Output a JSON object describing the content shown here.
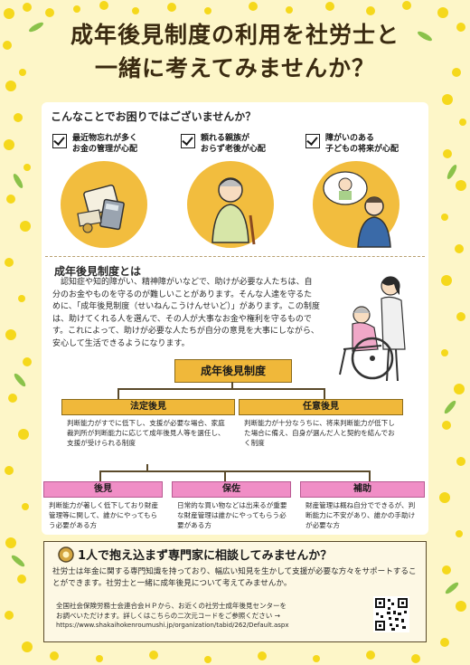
{
  "title": {
    "line1": "成年後見制度の利用を社労士と",
    "line2": "一緒に考えてみませんか？"
  },
  "concerns": {
    "heading": "こんなことでお困りではございませんか？",
    "items": [
      {
        "line1": "最近物忘れが多く",
        "line2": "お金の管理が心配"
      },
      {
        "line1": "頼れる親族が",
        "line2": "おらず老後が心配"
      },
      {
        "line1": "障がいのある",
        "line2": "子どもの将来が心配"
      }
    ]
  },
  "about": {
    "heading": "成年後見制度とは",
    "text": "　認知症や知的障がい、精神障がいなどで、助けが必要な人たちは、自分のお金やものを守るのが難しいことがあります。そんな人達を守るために、「成年後見制度（せいねんこうけんせいど）」があります。この制度は、助けてくれる人を選んで、その人が大事なお金や権利を守るものです。これによって、助けが必要な人たちが自分の意見を大事にしながら、安心して生活できるようになります。"
  },
  "diagram": {
    "root": "成年後見制度",
    "legal": {
      "label": "法定後見",
      "text": "判断能力がすでに低下し、支援が必要な場合、家庭裁判所が判断能力に応じて成年後見人等を選任し、支援が受けられる制度"
    },
    "voluntary": {
      "label": "任意後見",
      "text": "判断能力が十分なうちに、将来判断能力が低下した場合に備え、自身が選んだ人と契約を結んでおく制度"
    },
    "types": [
      {
        "label": "後見",
        "text": "判断能力が著しく低下しており財産管理等に関して、誰かにやってもらう必要がある方"
      },
      {
        "label": "保佐",
        "text": "日常的な買い物などは出来るが重要な財産管理は誰かにやってもらう必要がある方"
      },
      {
        "label": "補助",
        "text": "財産管理は概ね自分でできるが、判断能力に不安があり、誰かの手助けが必要な方"
      }
    ]
  },
  "consult": {
    "title": "1人で抱え込まず専門家に相談してみませんか？",
    "text": "社労士は年金に関する専門知識を持っており、幅広い知見を生かして支援が必要な方々をサポートすることができます。社労士と一緒に成年後見について考えてみませんか。",
    "note1": "全国社会保険労務士会連合会ＨＰから、お近くの社労士成年後見センターを",
    "note2": "お調べいただけます。詳しくはこちらの二次元コードをご参照ください →",
    "url": "https://www.shakaihokenroumushi.jp/organization/tabid/262/Default.aspx"
  },
  "colors": {
    "background": "#fdf6c8",
    "accent_orange": "#f0b83a",
    "accent_pink": "#f08ec6",
    "flower_yellow": "#f5d81c",
    "leaf_green": "#8ac24a"
  }
}
